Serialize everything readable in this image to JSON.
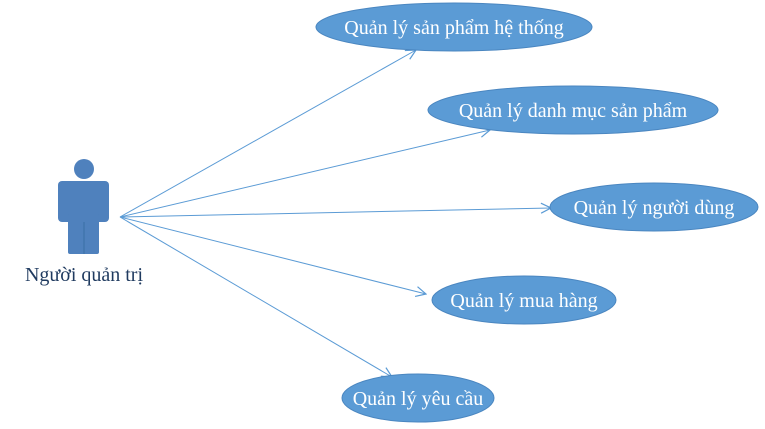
{
  "actor": {
    "label": "Người quản trị"
  },
  "use_cases": [
    {
      "label": "Quản lý sản phẩm hệ thống"
    },
    {
      "label": "Quản lý danh mục sản phẩm"
    },
    {
      "label": "Quản lý người dùng"
    },
    {
      "label": "Quản lý mua hàng"
    },
    {
      "label": "Quản lý yêu cầu"
    }
  ],
  "colors": {
    "usecase_fill": "#5b9bd5",
    "usecase_stroke": "#4a86c0",
    "usecase_text": "#ffffff",
    "actor_fill": "#4f81bd",
    "actor_text": "#1f3a5f",
    "association_line": "#5b9bd5"
  }
}
